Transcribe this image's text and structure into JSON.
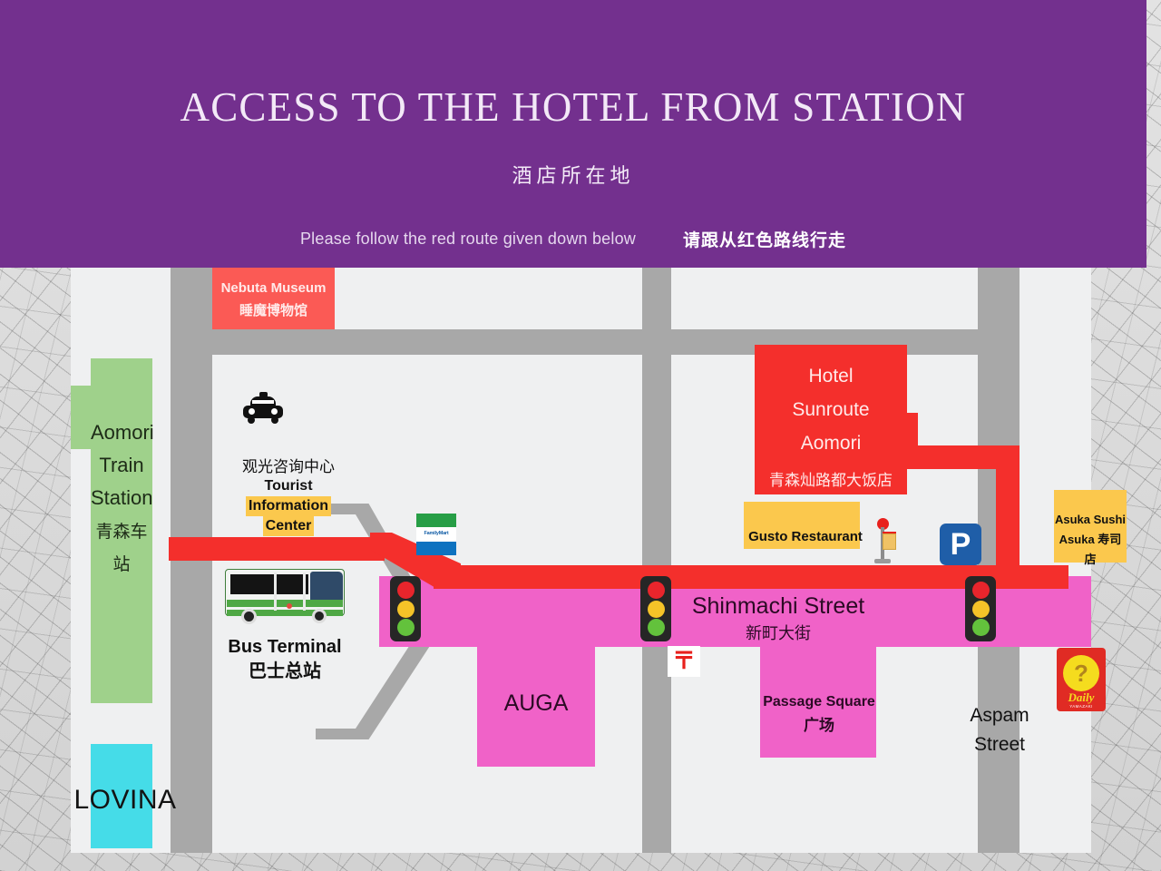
{
  "header": {
    "title": "ACCESS TO THE HOTEL FROM STATION",
    "subtitle": "酒店所在地",
    "note_en": "Please follow the red route given down below",
    "note_cn": "请跟从红色路线行走",
    "bg_color": "#73308E"
  },
  "map": {
    "colors": {
      "road": "#A8A8A8",
      "land": "#EFF0F1",
      "route_red": "#F42F2C",
      "street_pink": "#F062C8",
      "station_green": "#9FD18B",
      "lovina_cyan": "#45DCE8",
      "hotel_red": "#F42F2C",
      "museum_red": "#FB5A55",
      "shop_yellow": "#FBC84D"
    },
    "places": {
      "nebuta_museum": {
        "en": "Nebuta Museum",
        "cn": "睡魔博物馆"
      },
      "aomori_station": {
        "en_line1": "Aomori",
        "en_line2": "Train",
        "en_line3": "Station",
        "cn": "青森车站"
      },
      "lovina": {
        "en": "LOVINA"
      },
      "tourist_info": {
        "cn": "观光咨询中心",
        "en_line1": "Tourist",
        "en_line2": "Information",
        "en_line3": "Center"
      },
      "bus_terminal": {
        "en": "Bus Terminal",
        "cn": "巴士总站"
      },
      "familymart": {
        "en": "FamilyMart"
      },
      "auga": {
        "en": "AUGA"
      },
      "shinmachi_street": {
        "en": "Shinmachi Street",
        "cn": "新町大街"
      },
      "passage_square": {
        "en": "Passage Square",
        "cn": "广场"
      },
      "gusto_restaurant": {
        "en": "Gusto Restaurant"
      },
      "hotel": {
        "en_line1": "Hotel",
        "en_line2": "Sunroute",
        "en_line3": "Aomori",
        "cn": "青森灿路都大饭店"
      },
      "asuka_sushi": {
        "en": "Asuka Sushi",
        "cn": "Asuka 寿司店"
      },
      "aspam_street": {
        "en_line1": "Aspam",
        "en_line2": "Street"
      },
      "daily_yamazaki": {
        "word": "Daily",
        "sub": "YAMAZAKI"
      },
      "parking": {
        "label": "P"
      },
      "post_office": {
        "label": "〒"
      }
    },
    "icons": {
      "taxi": "taxi-icon",
      "bus": "bus-icon",
      "bus_stop": "bus-stop-icon",
      "traffic_light_1": "traffic-light-icon",
      "traffic_light_2": "traffic-light-icon",
      "traffic_light_3": "traffic-light-icon",
      "post_office": "post-office-icon",
      "parking": "parking-icon"
    }
  }
}
